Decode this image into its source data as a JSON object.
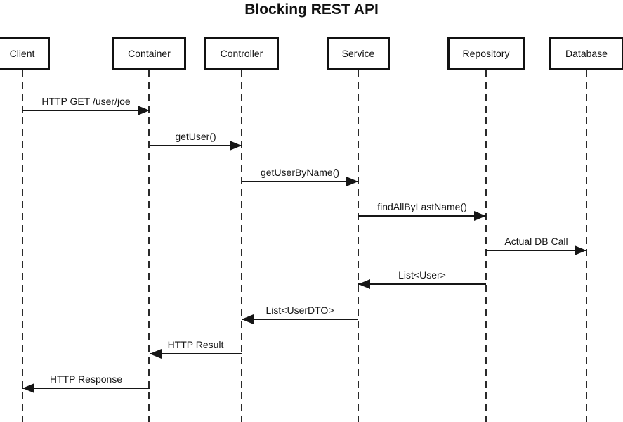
{
  "title": "Blocking REST API",
  "participants": [
    {
      "label": "Client"
    },
    {
      "label": "Container"
    },
    {
      "label": "Controller"
    },
    {
      "label": "Service"
    },
    {
      "label": "Repository"
    },
    {
      "label": "Database"
    }
  ],
  "messages": [
    {
      "label": "HTTP GET /user/joe",
      "from": "Client",
      "to": "Container",
      "direction": "right"
    },
    {
      "label": "getUser()",
      "from": "Container",
      "to": "Controller",
      "direction": "right"
    },
    {
      "label": "getUserByName()",
      "from": "Controller",
      "to": "Service",
      "direction": "right"
    },
    {
      "label": "findAllByLastName()",
      "from": "Service",
      "to": "Repository",
      "direction": "right"
    },
    {
      "label": "Actual DB Call",
      "from": "Repository",
      "to": "Database",
      "direction": "right"
    },
    {
      "label": "List<User>",
      "from": "Repository",
      "to": "Service",
      "direction": "left"
    },
    {
      "label": "List<UserDTO>",
      "from": "Service",
      "to": "Controller",
      "direction": "left"
    },
    {
      "label": "HTTP Result",
      "from": "Controller",
      "to": "Container",
      "direction": "left"
    },
    {
      "label": "HTTP Response",
      "from": "Container",
      "to": "Client",
      "direction": "left"
    }
  ],
  "colors": {
    "background": "#ffffff",
    "line": "#161616",
    "text": "#111111"
  }
}
